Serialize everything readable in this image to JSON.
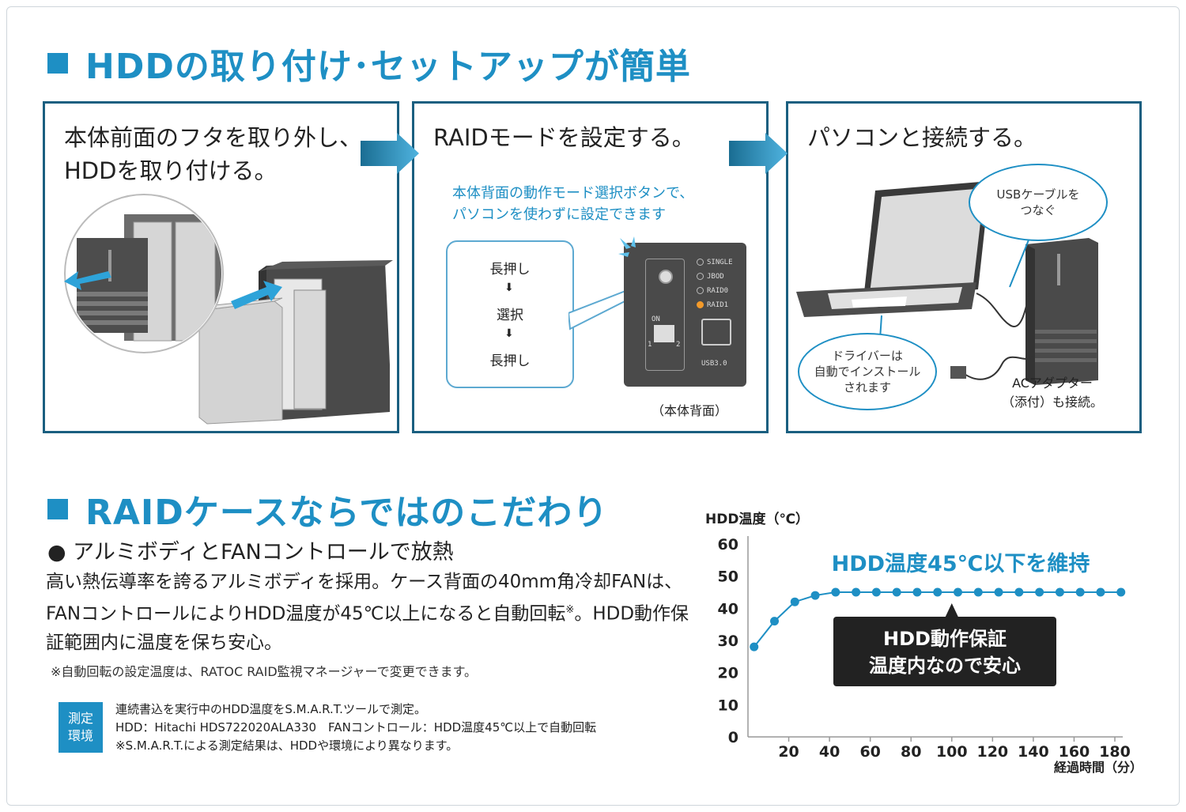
{
  "section1": {
    "title": "HDDの取り付け･セットアップが簡単",
    "steps": [
      {
        "title": "本体前面のフタを取り外し、\nHDDを取り付ける。"
      },
      {
        "title": "RAIDモードを設定する。",
        "note": "本体背面の動作モード選択ボタンで、\nパソコンを使わずに設定できます",
        "procedure": [
          "長押し",
          "選択",
          "長押し"
        ],
        "modes": [
          "SINGLE",
          "JBOD",
          "RAID0",
          "RAID1"
        ],
        "switch_label": "ON",
        "switch_pos1": "1",
        "switch_pos2": "2",
        "port_label": "USB3.0",
        "caption": "（本体背面）"
      },
      {
        "title": "パソコンと接続する。",
        "bubble_usb": "USBケーブルを\nつなぐ",
        "bubble_driver": "ドライバーは\n自動でインストール\nされます",
        "ac_note": "ACアダプター\n（添付）も接続。"
      }
    ]
  },
  "section2": {
    "title": "RAIDケースならではのこだわり",
    "bullet": "● アルミボディとFANコントロールで放熱",
    "body_a": "高い熱伝導率を誇るアルミボディを採用。ケース背面の40mm角冷却FANは、FANコントロールによりHDD温度が45℃以上になると自動回転",
    "body_mark": "※",
    "body_b": "。HDD動作保証範囲内に温度を保ち安心。",
    "footnote": "※自動回転の設定温度は、RATOC RAID監視マネージャーで変更できます。",
    "measure_badge": "測定\n環境",
    "measure_text": "連続書込を実行中のHDD温度をS.M.A.R.T.ツールで測定。\nHDD：Hitachi HDS722020ALA330　FANコントロール：HDD温度45℃以上で自動回転\n※S.M.A.R.T.による測定結果は、HDDや環境により異なります。"
  },
  "chart_data": {
    "type": "line",
    "ylabel": "HDD温度（℃）",
    "xlabel": "経過時間（分）",
    "ylim": [
      0,
      60
    ],
    "xlim": [
      0,
      180
    ],
    "yticks": [
      0,
      10,
      20,
      30,
      40,
      50,
      60
    ],
    "xticks": [
      20,
      40,
      60,
      80,
      100,
      120,
      140,
      160,
      180
    ],
    "series": [
      {
        "x": [
          0,
          10,
          20,
          30,
          40,
          50,
          60,
          70,
          80,
          90,
          100,
          110,
          120,
          130,
          140,
          150,
          160,
          170,
          180
        ],
        "values": [
          28,
          36,
          42,
          44,
          45,
          45,
          45,
          45,
          45,
          45,
          45,
          45,
          45,
          45,
          45,
          45,
          45,
          45,
          45
        ]
      }
    ],
    "annotation_main": "HDD温度45℃以下を維持",
    "annotation_box_1": "HDD動作保証",
    "annotation_box_2": "温度内なので安心",
    "colors": {
      "line": "#1e8fc4",
      "accent": "#1e8fc4",
      "box": "#222222"
    }
  }
}
